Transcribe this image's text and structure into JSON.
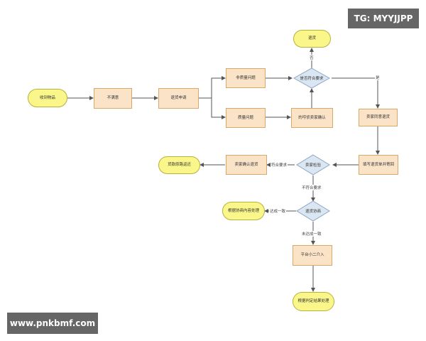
{
  "nodes": {
    "receive": "收到物品",
    "unsatisfied": "不满意",
    "refund_request": "退货申请",
    "non_quality": "非质量问题",
    "quality": "质量问题",
    "meets_req": "是否符合要求",
    "refund_top": "退货",
    "seller_confirm": "的哼侦卖家确认",
    "seller_agree": "卖家同意退货",
    "fill_return": "填写退货单并寄回",
    "seller_inspect": "卖家检验",
    "seller_confirm_return": "卖家确认退货",
    "refund_back": "货款原路返还",
    "negotiate": "退货协商",
    "handle_by_agreement": "根据协商内容处理",
    "platform_intervene": "平台小二介入",
    "handle_by_ruling": "根据判定结果处理"
  },
  "edge_labels": {
    "no": "否",
    "yes": "是",
    "meets": "符合要求",
    "not_meets": "不符合要求",
    "agreed": "达成一致",
    "not_agreed": "未达成一致"
  },
  "watermarks": {
    "top": "TG: MYYJJPP",
    "bottom": "www.pnkbmf.com"
  },
  "colors": {
    "process_fill": "#fbe3c8",
    "terminal_fill": "#faf68a",
    "decision_fill": "#dbe6f3",
    "edge": "#555555"
  }
}
